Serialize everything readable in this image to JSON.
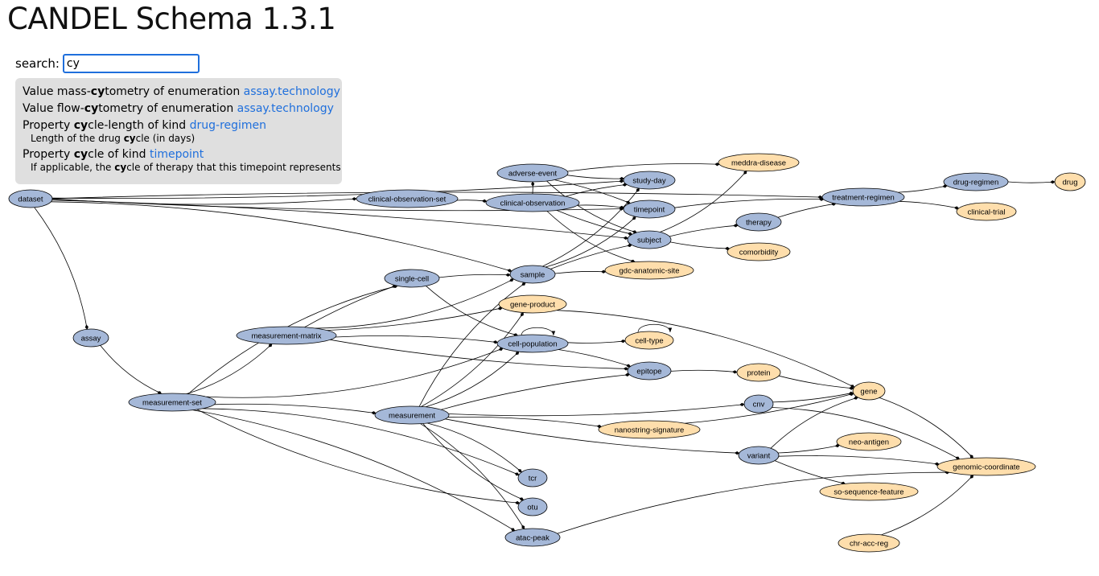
{
  "title": "CANDEL Schema 1.3.1",
  "search": {
    "label": "search:",
    "value": "cy"
  },
  "suggestions": [
    {
      "prefix": "Value mass-",
      "match": "cy",
      "rest": "tometry of enumeration ",
      "link": "assay.technology"
    },
    {
      "prefix": "Value flow-",
      "match": "cy",
      "rest": "tometry of enumeration ",
      "link": "assay.technology"
    },
    {
      "prefix": "Property ",
      "match": "cy",
      "rest": "cle-length of kind ",
      "link": "drug-regimen",
      "desc": {
        "pre": "Length of the drug ",
        "match": "cy",
        "post": "cle (in days)"
      }
    },
    {
      "prefix": "Property ",
      "match": "cy",
      "rest": "cle of kind ",
      "link": "timepoint",
      "desc": {
        "pre": "If applicable, the ",
        "match": "cy",
        "post": "cle of therapy that this timepoint represents"
      }
    }
  ],
  "colors": {
    "kind_fill": "#a5b8d8",
    "enum_fill": "#fedeac",
    "stroke": "#000000",
    "link": "#1f6fdc"
  },
  "nodes": [
    {
      "id": "dataset",
      "label": "dataset",
      "type": "kind"
    },
    {
      "id": "assay",
      "label": "assay",
      "type": "kind"
    },
    {
      "id": "measurement-set",
      "label": "measurement-set",
      "type": "kind"
    },
    {
      "id": "measurement-matrix",
      "label": "measurement-matrix",
      "type": "kind"
    },
    {
      "id": "measurement",
      "label": "measurement",
      "type": "kind"
    },
    {
      "id": "single-cell",
      "label": "single-cell",
      "type": "kind"
    },
    {
      "id": "sample",
      "label": "sample",
      "type": "kind"
    },
    {
      "id": "clinical-observation-set",
      "label": "clinical-observation-set",
      "type": "kind"
    },
    {
      "id": "clinical-observation",
      "label": "clinical-observation",
      "type": "kind"
    },
    {
      "id": "adverse-event",
      "label": "adverse-event",
      "type": "kind"
    },
    {
      "id": "study-day",
      "label": "study-day",
      "type": "kind"
    },
    {
      "id": "timepoint",
      "label": "timepoint",
      "type": "kind"
    },
    {
      "id": "subject",
      "label": "subject",
      "type": "kind"
    },
    {
      "id": "therapy",
      "label": "therapy",
      "type": "kind"
    },
    {
      "id": "treatment-regimen",
      "label": "treatment-regimen",
      "type": "kind"
    },
    {
      "id": "drug-regimen",
      "label": "drug-regimen",
      "type": "kind"
    },
    {
      "id": "cell-population",
      "label": "cell-population",
      "type": "kind"
    },
    {
      "id": "epitope",
      "label": "epitope",
      "type": "kind"
    },
    {
      "id": "cnv",
      "label": "cnv",
      "type": "kind"
    },
    {
      "id": "variant",
      "label": "variant",
      "type": "kind"
    },
    {
      "id": "tcr",
      "label": "tcr",
      "type": "kind"
    },
    {
      "id": "otu",
      "label": "otu",
      "type": "kind"
    },
    {
      "id": "atac-peak",
      "label": "atac-peak",
      "type": "kind"
    },
    {
      "id": "meddra-disease",
      "label": "meddra-disease",
      "type": "enum"
    },
    {
      "id": "drug",
      "label": "drug",
      "type": "enum"
    },
    {
      "id": "clinical-trial",
      "label": "clinical-trial",
      "type": "enum"
    },
    {
      "id": "comorbidity",
      "label": "comorbidity",
      "type": "enum"
    },
    {
      "id": "gdc-anatomic-site",
      "label": "gdc-anatomic-site",
      "type": "enum"
    },
    {
      "id": "gene-product",
      "label": "gene-product",
      "type": "enum"
    },
    {
      "id": "cell-type",
      "label": "cell-type",
      "type": "enum"
    },
    {
      "id": "protein",
      "label": "protein",
      "type": "enum"
    },
    {
      "id": "gene",
      "label": "gene",
      "type": "enum"
    },
    {
      "id": "nanostring-signature",
      "label": "nanostring-signature",
      "type": "enum"
    },
    {
      "id": "neo-antigen",
      "label": "neo-antigen",
      "type": "enum"
    },
    {
      "id": "genomic-coordinate",
      "label": "genomic-coordinate",
      "type": "enum"
    },
    {
      "id": "so-sequence-feature",
      "label": "so-sequence-feature",
      "type": "enum"
    },
    {
      "id": "chr-acc-reg",
      "label": "chr-acc-reg",
      "type": "enum"
    }
  ],
  "edges": [
    [
      "dataset",
      "assay"
    ],
    [
      "dataset",
      "clinical-observation-set"
    ],
    [
      "dataset",
      "subject"
    ],
    [
      "dataset",
      "timepoint"
    ],
    [
      "dataset",
      "sample"
    ],
    [
      "dataset",
      "study-day"
    ],
    [
      "dataset",
      "treatment-regimen"
    ],
    [
      "assay",
      "measurement-set"
    ],
    [
      "measurement-set",
      "measurement"
    ],
    [
      "measurement-set",
      "measurement-matrix"
    ],
    [
      "measurement-set",
      "single-cell"
    ],
    [
      "measurement-set",
      "cell-population"
    ],
    [
      "measurement-set",
      "tcr"
    ],
    [
      "measurement-set",
      "otu"
    ],
    [
      "measurement-set",
      "atac-peak"
    ],
    [
      "measurement-matrix",
      "sample"
    ],
    [
      "measurement-matrix",
      "single-cell"
    ],
    [
      "measurement-matrix",
      "gene-product"
    ],
    [
      "measurement-matrix",
      "cell-population"
    ],
    [
      "measurement-matrix",
      "epitope"
    ],
    [
      "measurement",
      "sample"
    ],
    [
      "measurement",
      "cell-population"
    ],
    [
      "measurement",
      "epitope"
    ],
    [
      "measurement",
      "cnv"
    ],
    [
      "measurement",
      "nanostring-signature"
    ],
    [
      "measurement",
      "variant"
    ],
    [
      "measurement",
      "tcr"
    ],
    [
      "measurement",
      "otu"
    ],
    [
      "measurement",
      "atac-peak"
    ],
    [
      "measurement",
      "gene-product"
    ],
    [
      "single-cell",
      "sample"
    ],
    [
      "single-cell",
      "cell-population"
    ],
    [
      "sample",
      "subject"
    ],
    [
      "sample",
      "timepoint"
    ],
    [
      "sample",
      "gdc-anatomic-site"
    ],
    [
      "sample",
      "study-day"
    ],
    [
      "clinical-observation-set",
      "clinical-observation"
    ],
    [
      "clinical-observation",
      "subject"
    ],
    [
      "clinical-observation",
      "timepoint"
    ],
    [
      "clinical-observation",
      "adverse-event"
    ],
    [
      "clinical-observation",
      "study-day"
    ],
    [
      "clinical-observation",
      "gdc-anatomic-site"
    ],
    [
      "adverse-event",
      "meddra-disease"
    ],
    [
      "adverse-event",
      "study-day"
    ],
    [
      "adverse-event",
      "timepoint"
    ],
    [
      "adverse-event",
      "subject"
    ],
    [
      "timepoint",
      "treatment-regimen"
    ],
    [
      "subject",
      "meddra-disease"
    ],
    [
      "subject",
      "therapy"
    ],
    [
      "subject",
      "comorbidity"
    ],
    [
      "therapy",
      "treatment-regimen"
    ],
    [
      "treatment-regimen",
      "drug-regimen"
    ],
    [
      "treatment-regimen",
      "clinical-trial"
    ],
    [
      "drug-regimen",
      "drug"
    ],
    [
      "cell-population",
      "cell-population"
    ],
    [
      "cell-population",
      "cell-type"
    ],
    [
      "cell-population",
      "epitope"
    ],
    [
      "cell-type",
      "cell-type"
    ],
    [
      "epitope",
      "protein"
    ],
    [
      "protein",
      "gene"
    ],
    [
      "gene-product",
      "gene"
    ],
    [
      "cnv",
      "gene"
    ],
    [
      "cnv",
      "genomic-coordinate"
    ],
    [
      "nanostring-signature",
      "gene"
    ],
    [
      "variant",
      "gene"
    ],
    [
      "variant",
      "neo-antigen"
    ],
    [
      "variant",
      "genomic-coordinate"
    ],
    [
      "variant",
      "so-sequence-feature"
    ],
    [
      "gene",
      "genomic-coordinate"
    ],
    [
      "chr-acc-reg",
      "genomic-coordinate"
    ],
    [
      "atac-peak",
      "genomic-coordinate"
    ]
  ]
}
